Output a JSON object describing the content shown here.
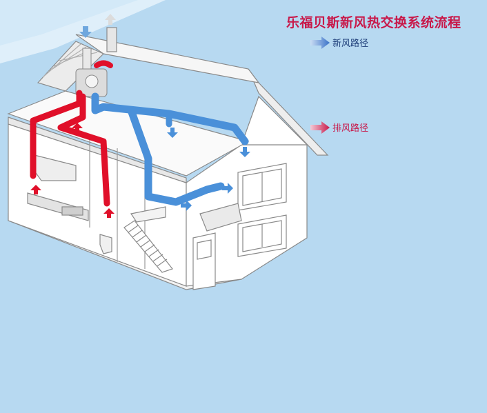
{
  "title": "乐福贝斯新风热交换系统流程",
  "legend": {
    "fresh": {
      "label": "新风路径",
      "color": "#3a72c8"
    },
    "exhaust": {
      "label": "排风路径",
      "color": "#c8194a"
    }
  },
  "colors": {
    "background": "#b7d9f1",
    "title": "#c8194a",
    "fresh_duct": "#4a90d9",
    "exhaust_duct": "#e0102a",
    "house_fill": "#ffffff",
    "house_line": "#8a8a8a"
  },
  "icons": {
    "fresh_arrow": "arrow-right-icon",
    "exhaust_arrow": "arrow-right-icon"
  }
}
